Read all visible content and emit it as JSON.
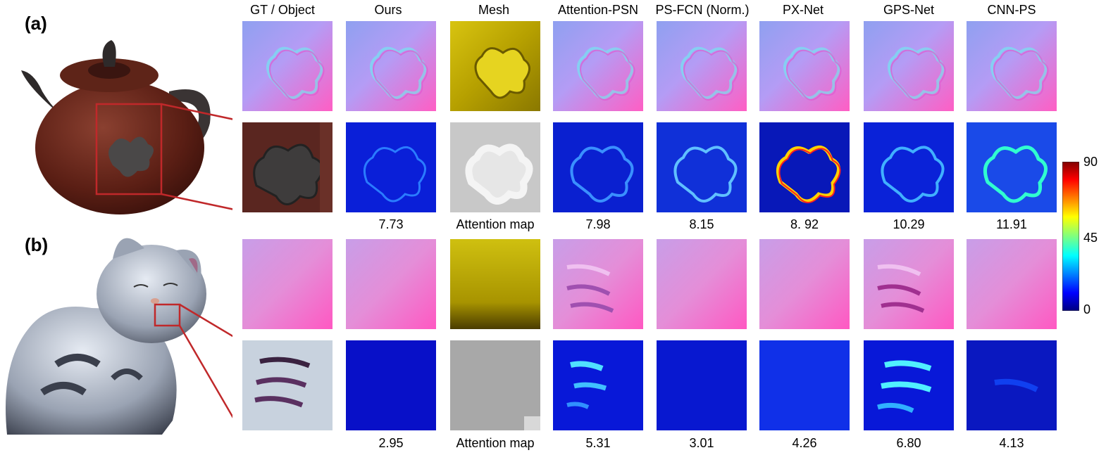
{
  "figure": {
    "panels": [
      {
        "label": "(a)",
        "object": "teapot",
        "metrics": [
          "7.73",
          "Attention map",
          "7.98",
          "8.15",
          "8. 92",
          "10.29",
          "11.91"
        ]
      },
      {
        "label": "(b)",
        "object": "cat",
        "metrics": [
          "2.95",
          "Attention map",
          "5.31",
          "3.01",
          "4.26",
          "6.80",
          "4.13"
        ]
      }
    ],
    "columns": [
      "GT / Object",
      "Ours",
      "Mesh",
      "Attention-PSN",
      "PS-FCN (Norm.)",
      "PX-Net",
      "GPS-Net",
      "CNN-PS"
    ],
    "colorbar": {
      "ticks": [
        "90",
        "45",
        "0"
      ]
    },
    "colors": {
      "normal_blue": "#8a8cf0",
      "normal_pink": "#ff6cc8",
      "error_blue": "#0a1fd8",
      "mesh_yellow": "#c8b400",
      "zoom_box": "#c0282a"
    }
  }
}
